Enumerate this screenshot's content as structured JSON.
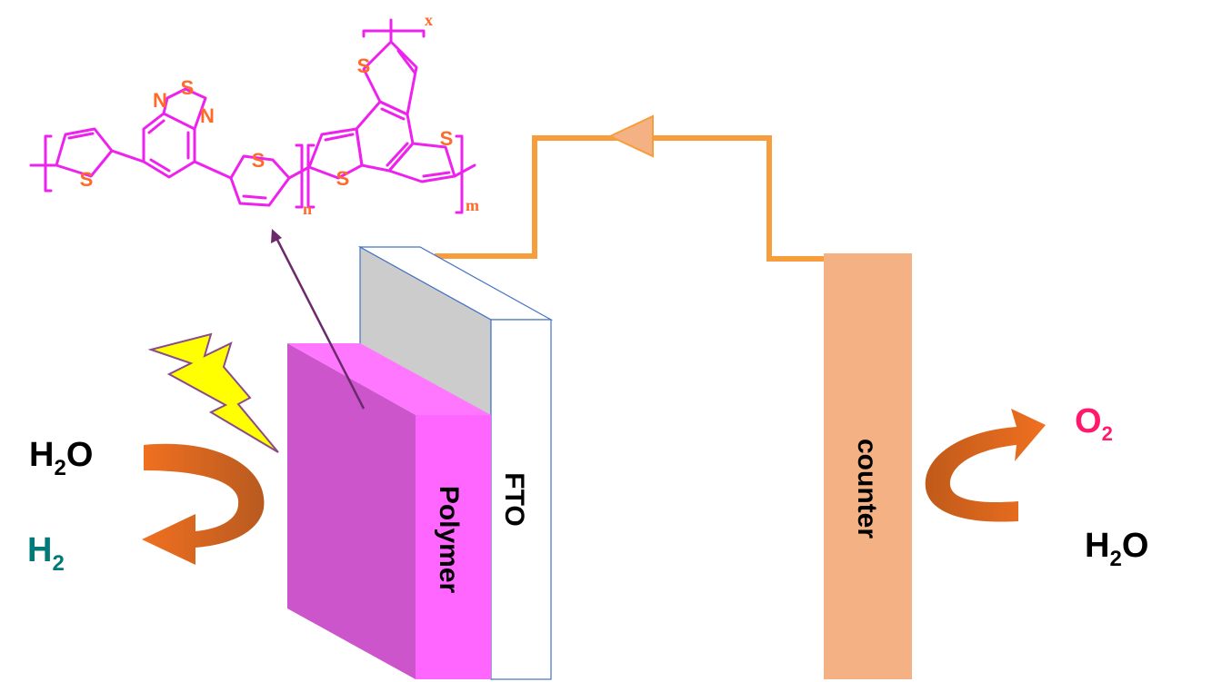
{
  "colors": {
    "polymer_front": "#ff66ff",
    "polymer_side": "#cc55cc",
    "fto_back": "#cccccc",
    "counter": "#f4b183",
    "wire": "#f79d3b",
    "structure": "#ee22ee",
    "atom_label": "#ff6a2a",
    "h2": "#007a78",
    "o2": "#ff1a6e",
    "bolt": "#ffff00",
    "arrow": "#e87a2c"
  },
  "labels": {
    "polymer": "Polymer",
    "fto": "FTO",
    "counter": "counter"
  },
  "left_reaction": {
    "reactant": {
      "main": "H",
      "sub": "2",
      "tail": "O"
    },
    "product": {
      "main": "H",
      "sub": "2"
    }
  },
  "right_reaction": {
    "product": {
      "main": "O",
      "sub": "2"
    },
    "reactant": {
      "main": "H",
      "sub": "2",
      "tail": "O"
    }
  },
  "structure": {
    "atoms": {
      "s_left": "S",
      "s_bt": "S",
      "n_bt_left": "N",
      "n_bt_right": "N",
      "s_middle": "S",
      "s_btt_left": "S",
      "s_btt_right": "S",
      "s_btt_top": "S"
    },
    "subscripts": {
      "n": "n",
      "m": "m",
      "x": "x"
    }
  }
}
